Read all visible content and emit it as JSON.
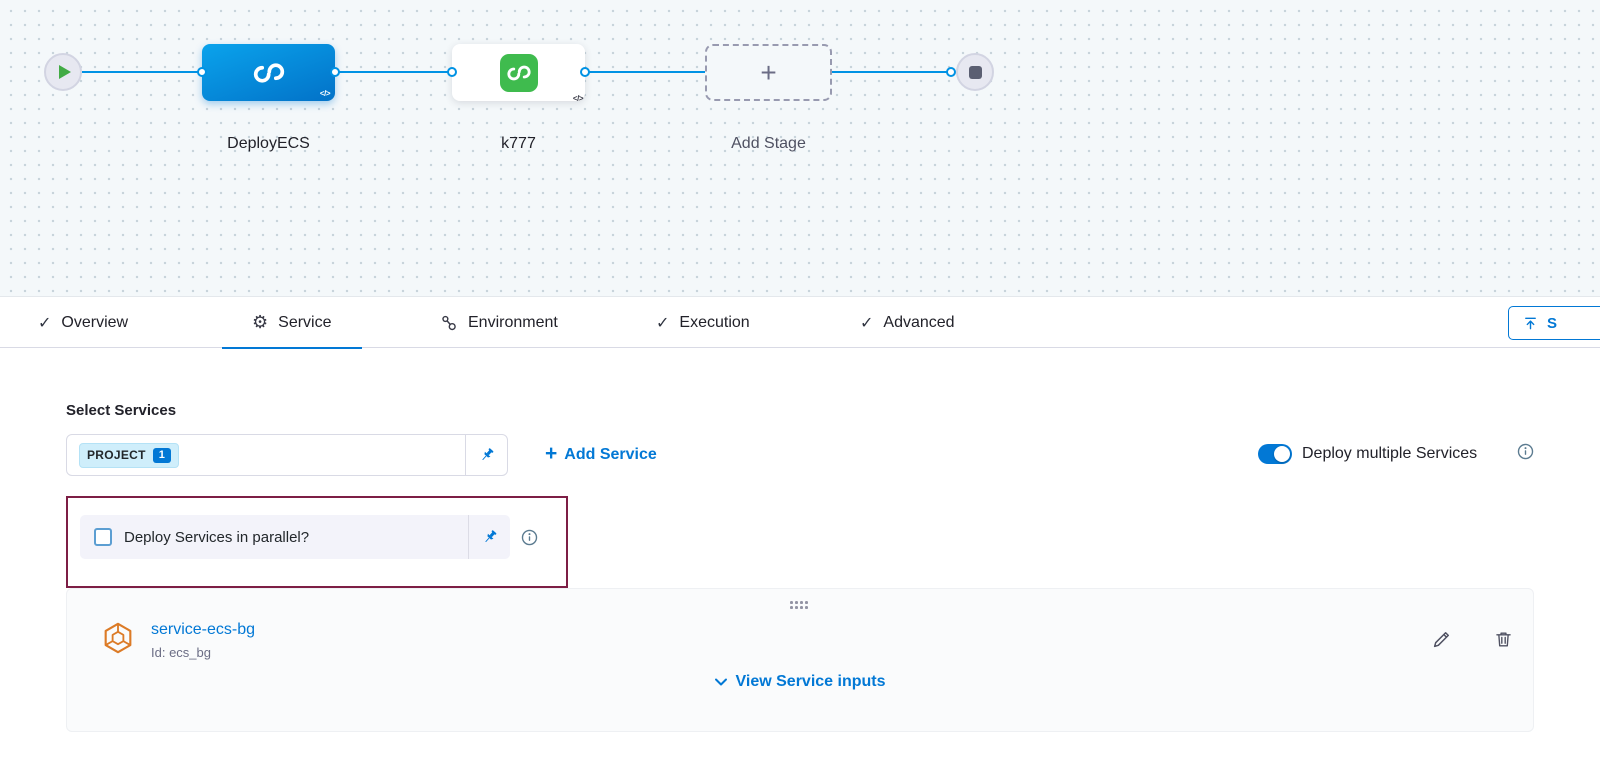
{
  "pipeline": {
    "stage_deployecs_label": "DeployECS",
    "stage_k777_label": "k777",
    "add_stage_label": "Add Stage"
  },
  "tabs": {
    "items": [
      {
        "label": "Overview",
        "icon": "check-icon",
        "active": false
      },
      {
        "label": "Service",
        "icon": "gear-icon",
        "active": true
      },
      {
        "label": "Environment",
        "icon": "environment-icon",
        "active": false
      },
      {
        "label": "Execution",
        "icon": "check-icon",
        "active": false
      },
      {
        "label": "Advanced",
        "icon": "check-icon",
        "active": false
      }
    ],
    "save_button_visible_label": "S"
  },
  "service_tab": {
    "select_services_label": "Select Services",
    "services_field": {
      "chip_label": "PROJECT",
      "chip_count": "1"
    },
    "add_service_label": "Add Service",
    "deploy_multiple_services": {
      "label": "Deploy multiple Services",
      "enabled": true
    },
    "deploy_parallel": {
      "label": "Deploy Services in parallel?",
      "checked": false
    },
    "service_card": {
      "name": "service-ecs-bg",
      "id": "Id: ecs_bg",
      "view_service_inputs_label": "View Service inputs"
    }
  },
  "icons": {
    "check": "✓",
    "gear": "⚙",
    "plus": "+",
    "code": "</>"
  },
  "colors": {
    "accent_blue": "#0278d5",
    "edge_blue": "#0092e4",
    "stage_blue_top": "#0aa3ec",
    "stage_blue_bottom": "#0272c8",
    "harness_green": "#3fbb4e",
    "service_orange": "#dc7b27",
    "highlight_maroon": "#7d1e45",
    "toggle_on": "#0278d5",
    "canvas_bg": "#f4f8fa"
  }
}
